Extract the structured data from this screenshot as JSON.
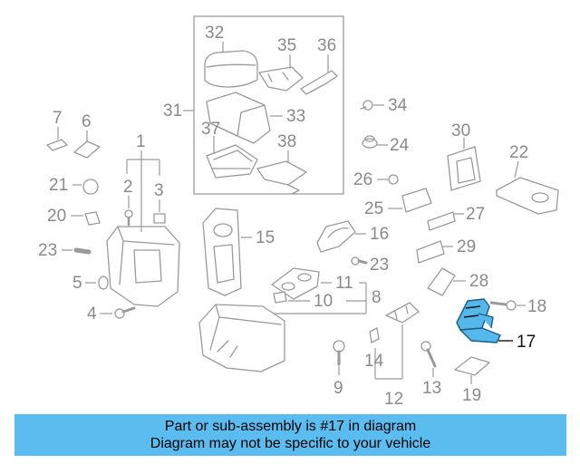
{
  "labels": {
    "p1": "1",
    "p2": "2",
    "p3": "3",
    "p4": "4",
    "p5": "5",
    "p6": "6",
    "p7": "7",
    "p8": "8",
    "p9": "9",
    "p10": "10",
    "p11": "11",
    "p12": "12",
    "p13": "13",
    "p14": "14",
    "p15": "15",
    "p16": "16",
    "p17": "17",
    "p18": "18",
    "p19": "19",
    "p20": "20",
    "p21": "21",
    "p22": "22",
    "p23a": "23",
    "p23b": "23",
    "p24": "24",
    "p25": "25",
    "p26": "26",
    "p27": "27",
    "p28": "28",
    "p29": "29",
    "p30": "30",
    "p31": "31",
    "p32": "32",
    "p33": "33",
    "p34": "34",
    "p35": "35",
    "p36": "36",
    "p37": "37",
    "p38": "38"
  },
  "highlight": {
    "part_number": "17",
    "fill_color": "#55b8ea",
    "stroke_color": "#1a5d86"
  },
  "banner": {
    "line1": "Part or sub-assembly is #17 in diagram",
    "line2": "Diagram may not be specific to your vehicle",
    "background": "#5bbcf0"
  }
}
